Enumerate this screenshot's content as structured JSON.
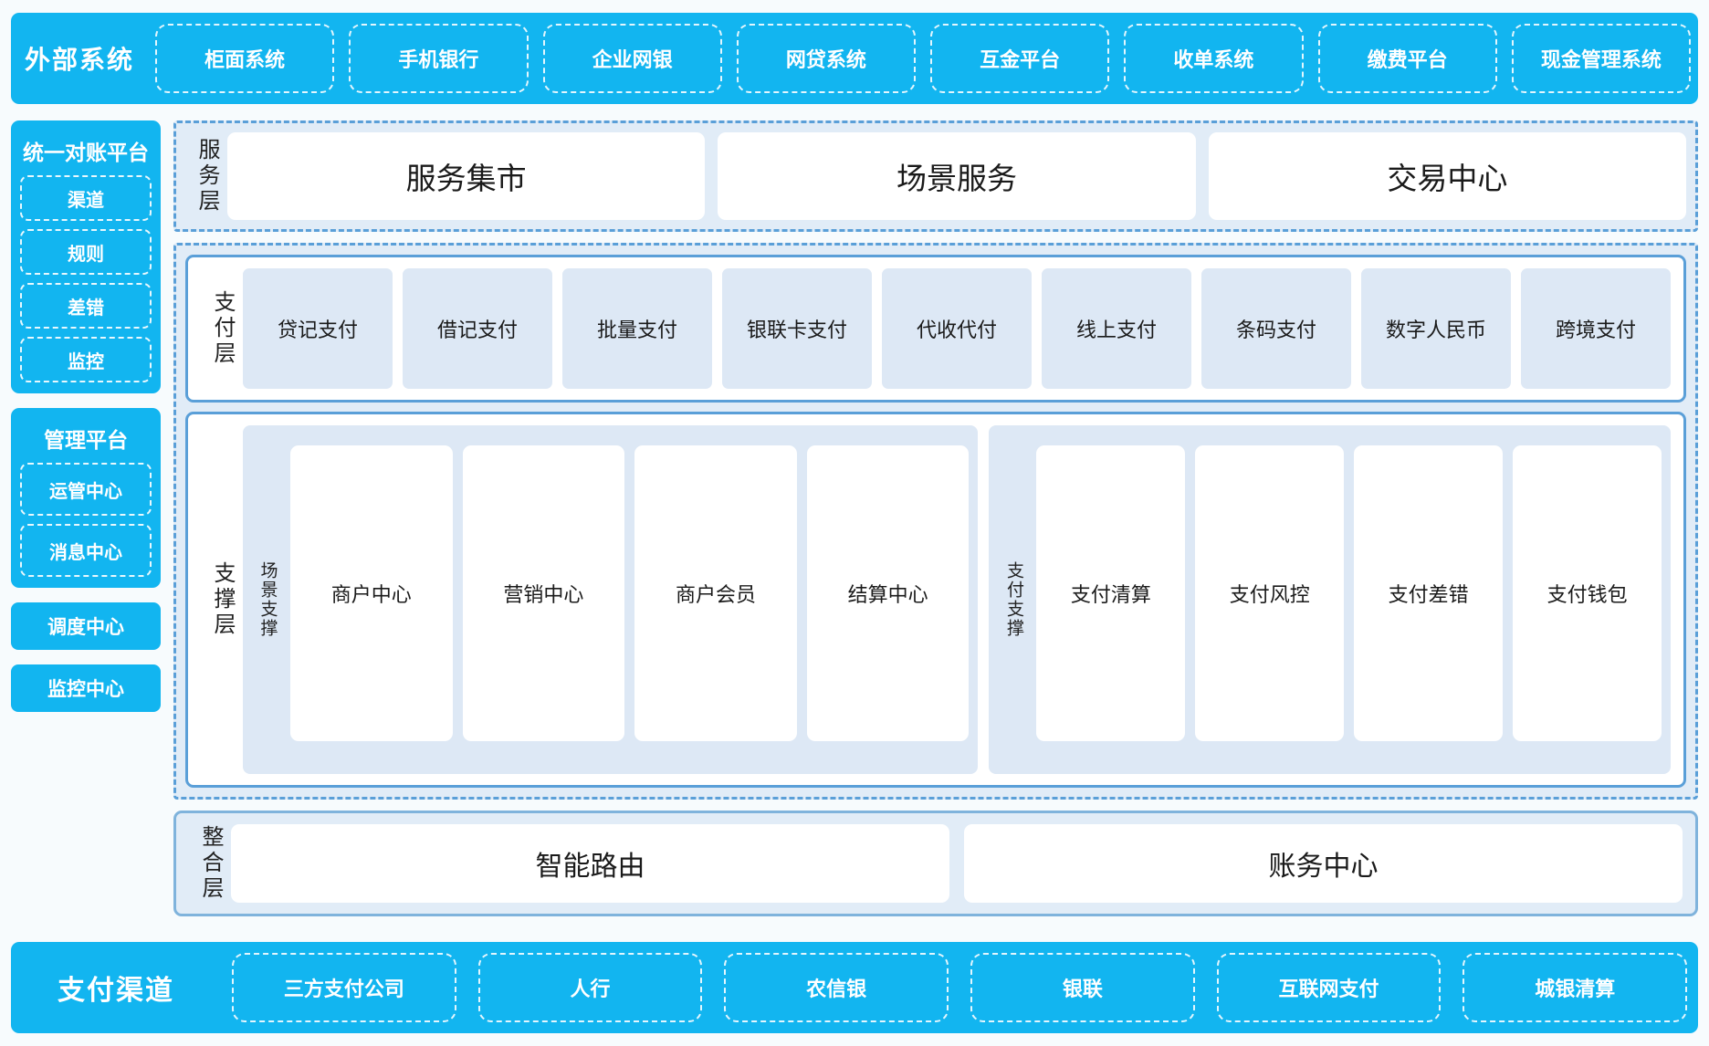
{
  "external": {
    "title": "外部系统",
    "items": [
      "柜面系统",
      "手机银行",
      "企业网银",
      "网贷系统",
      "互金平台",
      "收单系统",
      "缴费平台",
      "现金管理系统"
    ]
  },
  "left": {
    "reconcile": {
      "title": "统一对账平台",
      "items": [
        "渠道",
        "规则",
        "差错",
        "监控"
      ]
    },
    "manage": {
      "title": "管理平台",
      "items": [
        "运管中心",
        "消息中心"
      ]
    },
    "standalone": [
      "调度中心",
      "监控中心"
    ]
  },
  "service_layer": {
    "label": "服务层",
    "items": [
      "服务集市",
      "场景服务",
      "交易中心"
    ]
  },
  "payment_layer": {
    "label": "支付层",
    "items": [
      "贷记支付",
      "借记支付",
      "批量支付",
      "银联卡支付",
      "代收代付",
      "线上支付",
      "条码支付",
      "数字人民币",
      "跨境支付"
    ]
  },
  "support_layer": {
    "label": "支撑层",
    "groups": [
      {
        "label": "场景支撑",
        "items": [
          "商户中心",
          "营销中心",
          "商户会员",
          "结算中心"
        ]
      },
      {
        "label": "支付支撑",
        "items": [
          "支付清算",
          "支付风控",
          "支付差错",
          "支付钱包"
        ]
      }
    ]
  },
  "integration_layer": {
    "label": "整合层",
    "items": [
      "智能路由",
      "账务中心"
    ]
  },
  "channel": {
    "title": "支付渠道",
    "items": [
      "三方支付公司",
      "人行",
      "农信银",
      "银联",
      "互联网支付",
      "城银清算"
    ]
  },
  "colors": {
    "brand_cyan": "#12b5f0",
    "panel_blue": "#e1ecf7",
    "tile_blue": "#dde8f5",
    "border_blue": "#5a9fd8",
    "page_bg": "#f7fbfd"
  }
}
